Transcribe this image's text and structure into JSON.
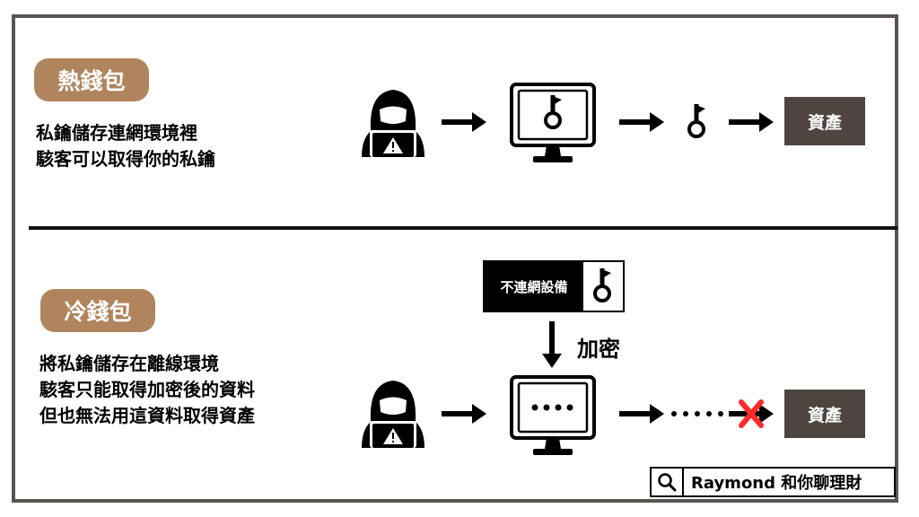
{
  "hot": {
    "title": "熱錢包",
    "desc_line1": "私鑰儲存連網環境裡",
    "desc_line2": "駭客可以取得你的私鑰",
    "asset_label": "資產"
  },
  "cold": {
    "title": "冷錢包",
    "desc_line1": "將私鑰儲存在離線環境",
    "desc_line2": "駭客只能取得加密後的資料",
    "desc_line3": "但也無法用這資料取得資產",
    "device_label": "不連網設備",
    "encrypt_label": "加密",
    "asset_label": "資產"
  },
  "brand": {
    "text": "Raymond 和你聊理財"
  },
  "colors": {
    "pill": "#b0845d",
    "asset_box": "#4e4541",
    "frame": "#5b5451",
    "cross": "#ff2a2a"
  }
}
